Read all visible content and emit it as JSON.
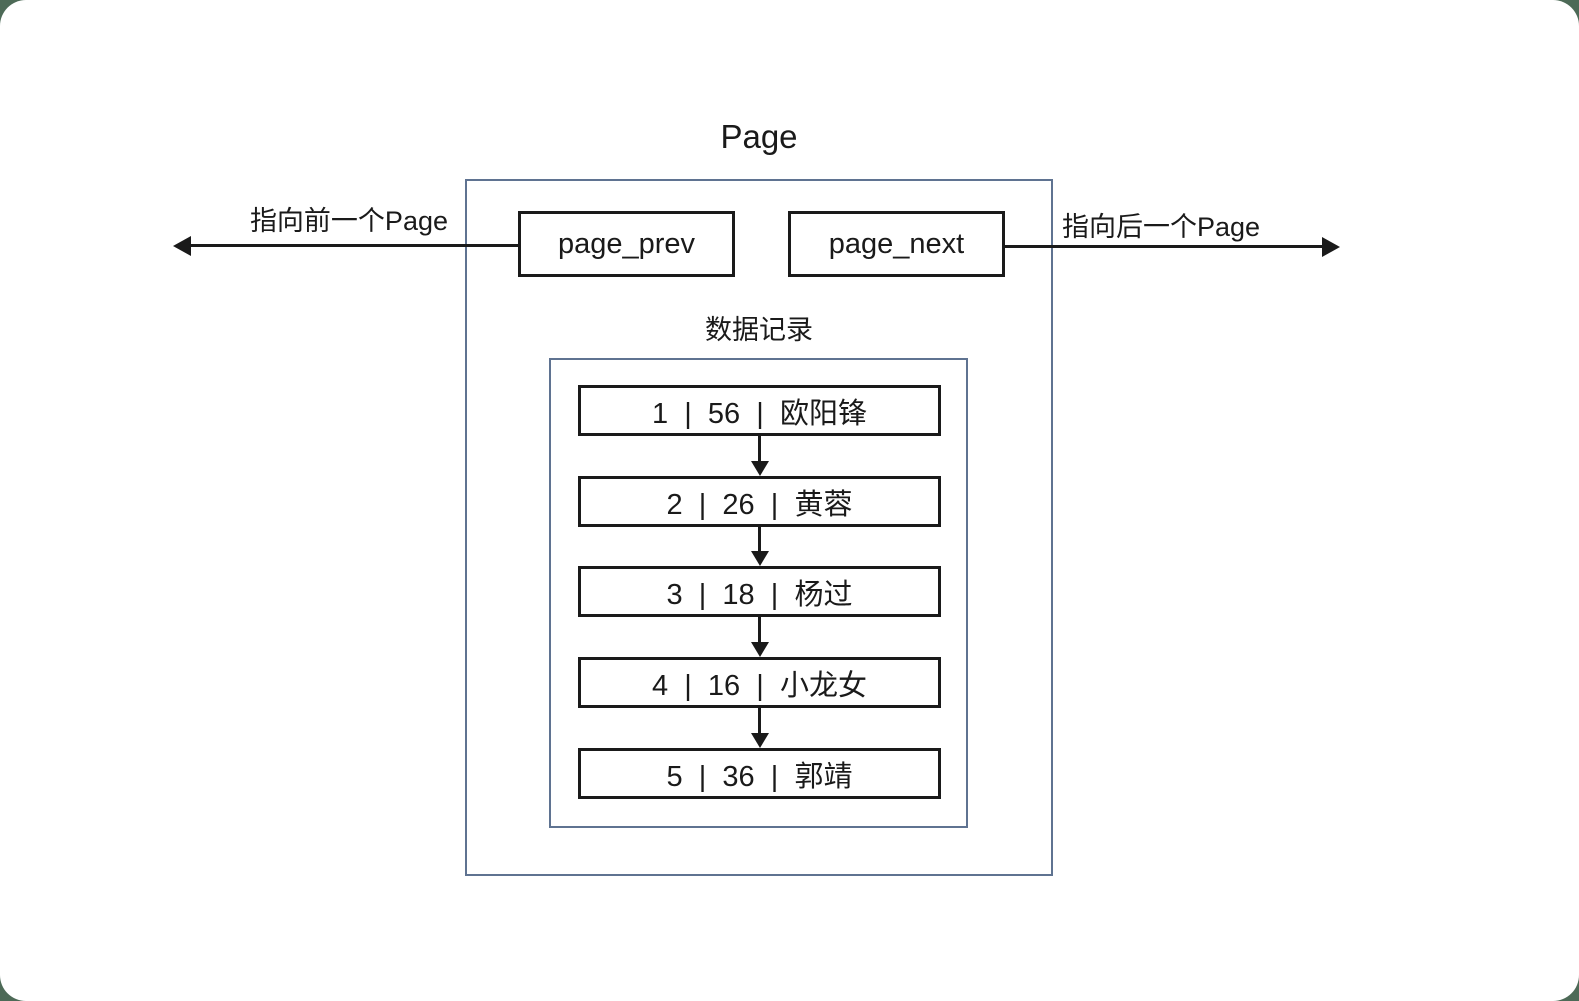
{
  "diagram": {
    "title": "Page",
    "prev_pointer_label": "指向前一个Page",
    "next_pointer_label": "指向后一个Page",
    "page_prev_label": "page_prev",
    "page_next_label": "page_next",
    "records_title": "数据记录",
    "records": [
      "1  |  56  |  欧阳锋",
      "2  |  26  |  黄蓉",
      "3  |  18  |  杨过",
      "4  |  16  |  小龙女",
      "5  |  36  |  郭靖"
    ]
  },
  "colors": {
    "frame_green": "#4d6a57",
    "container_border": "#5f7391",
    "ink": "#1a1a1a"
  }
}
